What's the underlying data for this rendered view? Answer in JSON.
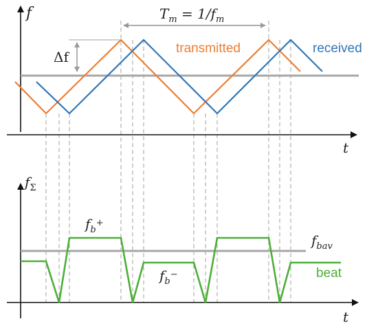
{
  "top_plot": {
    "y_axis_label": "f",
    "x_axis_label": "t",
    "delta_label": "Δf",
    "period_label_lhs": "T",
    "period_label_lhs_sub": "m",
    "period_label_rhs": " = 1/f",
    "period_label_rhs_sub": "m",
    "series": [
      {
        "name": "transmitted",
        "color": "#ED7D31"
      },
      {
        "name": "received",
        "color": "#2E75B6"
      }
    ],
    "center_line_color": "#A6A6A6"
  },
  "bottom_plot": {
    "y_axis_label": "f",
    "y_axis_label_sub": "Σ",
    "x_axis_label": "t",
    "fb_plus_label": "f",
    "fb_plus_sub": "b",
    "fb_plus_sup": "+",
    "fb_minus_label": "f",
    "fb_minus_sub": "b",
    "fb_minus_sup": "−",
    "fbav_label": "f",
    "fbav_sub": "bav",
    "beat_label": "beat",
    "beat_color": "#4CAF37",
    "avg_line_color": "#A6A6A6"
  }
}
